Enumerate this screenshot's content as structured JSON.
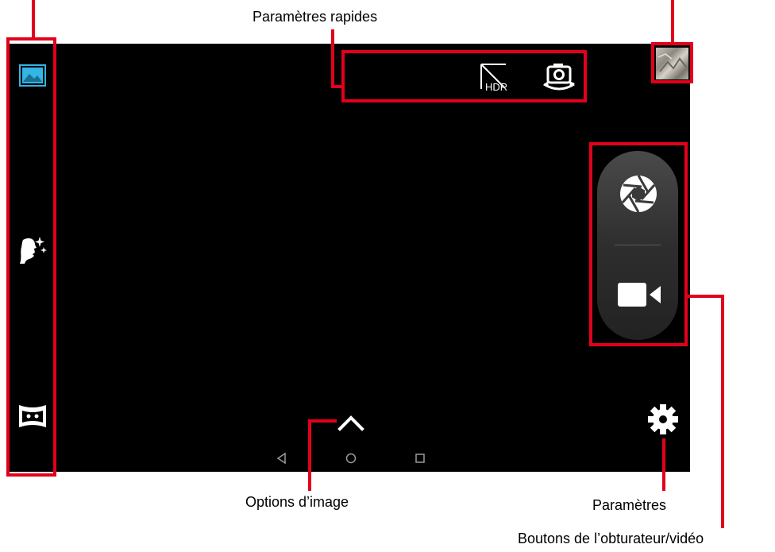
{
  "callouts": {
    "quick_settings": "Paramètres rapides",
    "image_options": "Options d’image",
    "settings": "Paramètres",
    "shutter_video": "Boutons de l’obturateur/vidéo"
  },
  "icons": {
    "mode_photo": "landscape-photo-icon",
    "mode_beauty": "face-sparkle-icon",
    "mode_panorama": "panorama-icon",
    "hdr": "hdr-off-icon",
    "switch_camera": "switch-camera-icon",
    "gallery": "gallery-thumbnail",
    "shutter": "aperture-shutter-icon",
    "video": "video-camera-icon",
    "expand": "chevron-up-icon",
    "settings": "gear-icon",
    "nav_back": "back-triangle-icon",
    "nav_home": "home-circle-icon",
    "nav_recents": "recents-square-icon"
  },
  "hdr_text": "HDR",
  "colors": {
    "accent": "#33b5e5",
    "callout_red": "#e3001b",
    "screen_bg": "#000000"
  }
}
